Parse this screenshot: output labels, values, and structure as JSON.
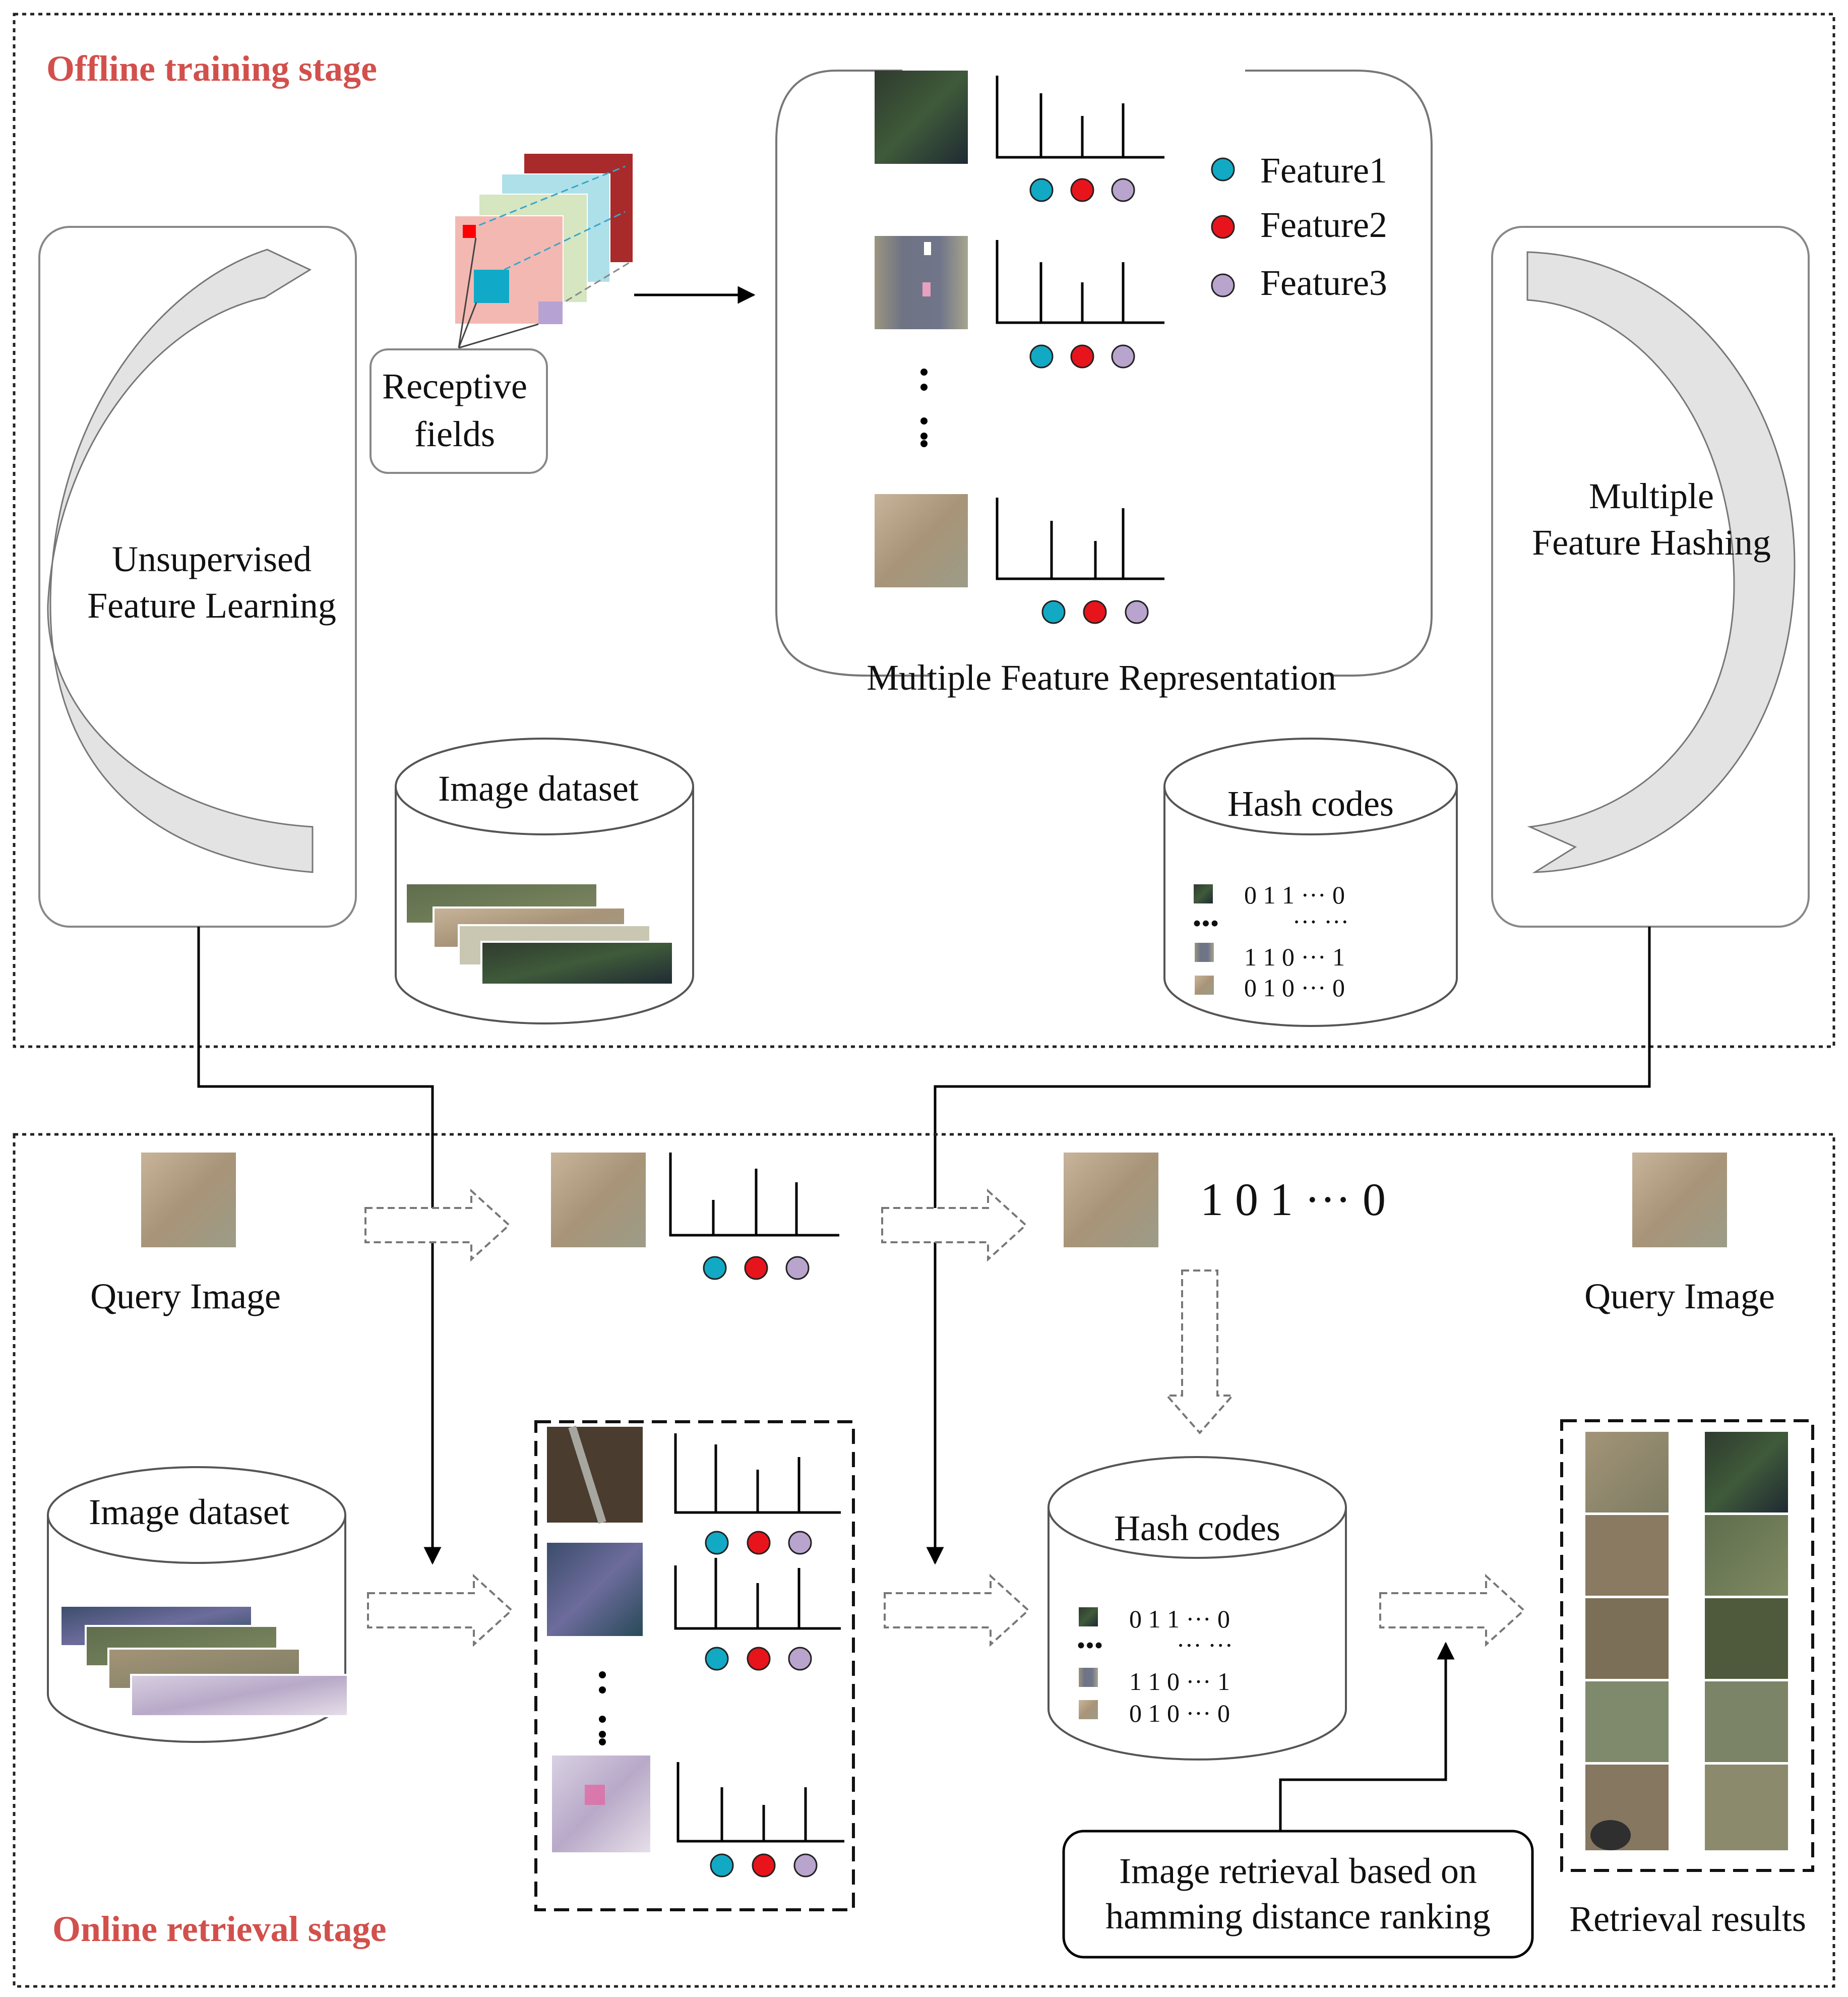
{
  "stages": {
    "offline": "Offline training stage",
    "online": "Online retrieval stage"
  },
  "offline": {
    "unsupervised_label_line1": "Unsupervised",
    "unsupervised_label_line2": "Feature Learning",
    "receptive_line1": "Receptive",
    "receptive_line2": "fields",
    "mfr_title": "Multiple Feature Representation",
    "hashing_label_line1": "Multiple",
    "hashing_label_line2": "Feature Hashing",
    "image_dataset": "Image dataset",
    "hash_codes": "Hash codes",
    "legend": [
      "Feature1",
      "Feature2",
      "Feature3"
    ],
    "codes": [
      {
        "bits": "0 1 1 ··· 0"
      },
      {
        "bits": "··· ···"
      },
      {
        "bits": "1 1 0 ··· 1"
      },
      {
        "bits": "0 1 0 ··· 0"
      }
    ]
  },
  "online": {
    "query_image": "Query Image",
    "query_code": "1 0 1 ··· 0",
    "image_dataset": "Image dataset",
    "hash_codes": "Hash codes",
    "retrieval_line1": "Image retrieval based on",
    "retrieval_line2": "hamming distance ranking",
    "retrieval_results": "Retrieval results",
    "codes": [
      {
        "bits": "0 1 1 ··· 0"
      },
      {
        "bits": "··· ···"
      },
      {
        "bits": "1 1 0 ··· 1"
      },
      {
        "bits": "0 1 0 ··· 0"
      }
    ]
  },
  "colors": {
    "feature1": "#12a9c4",
    "feature2": "#e8141b",
    "feature3": "#b9a4cd",
    "stage_title": "#d2504c"
  }
}
